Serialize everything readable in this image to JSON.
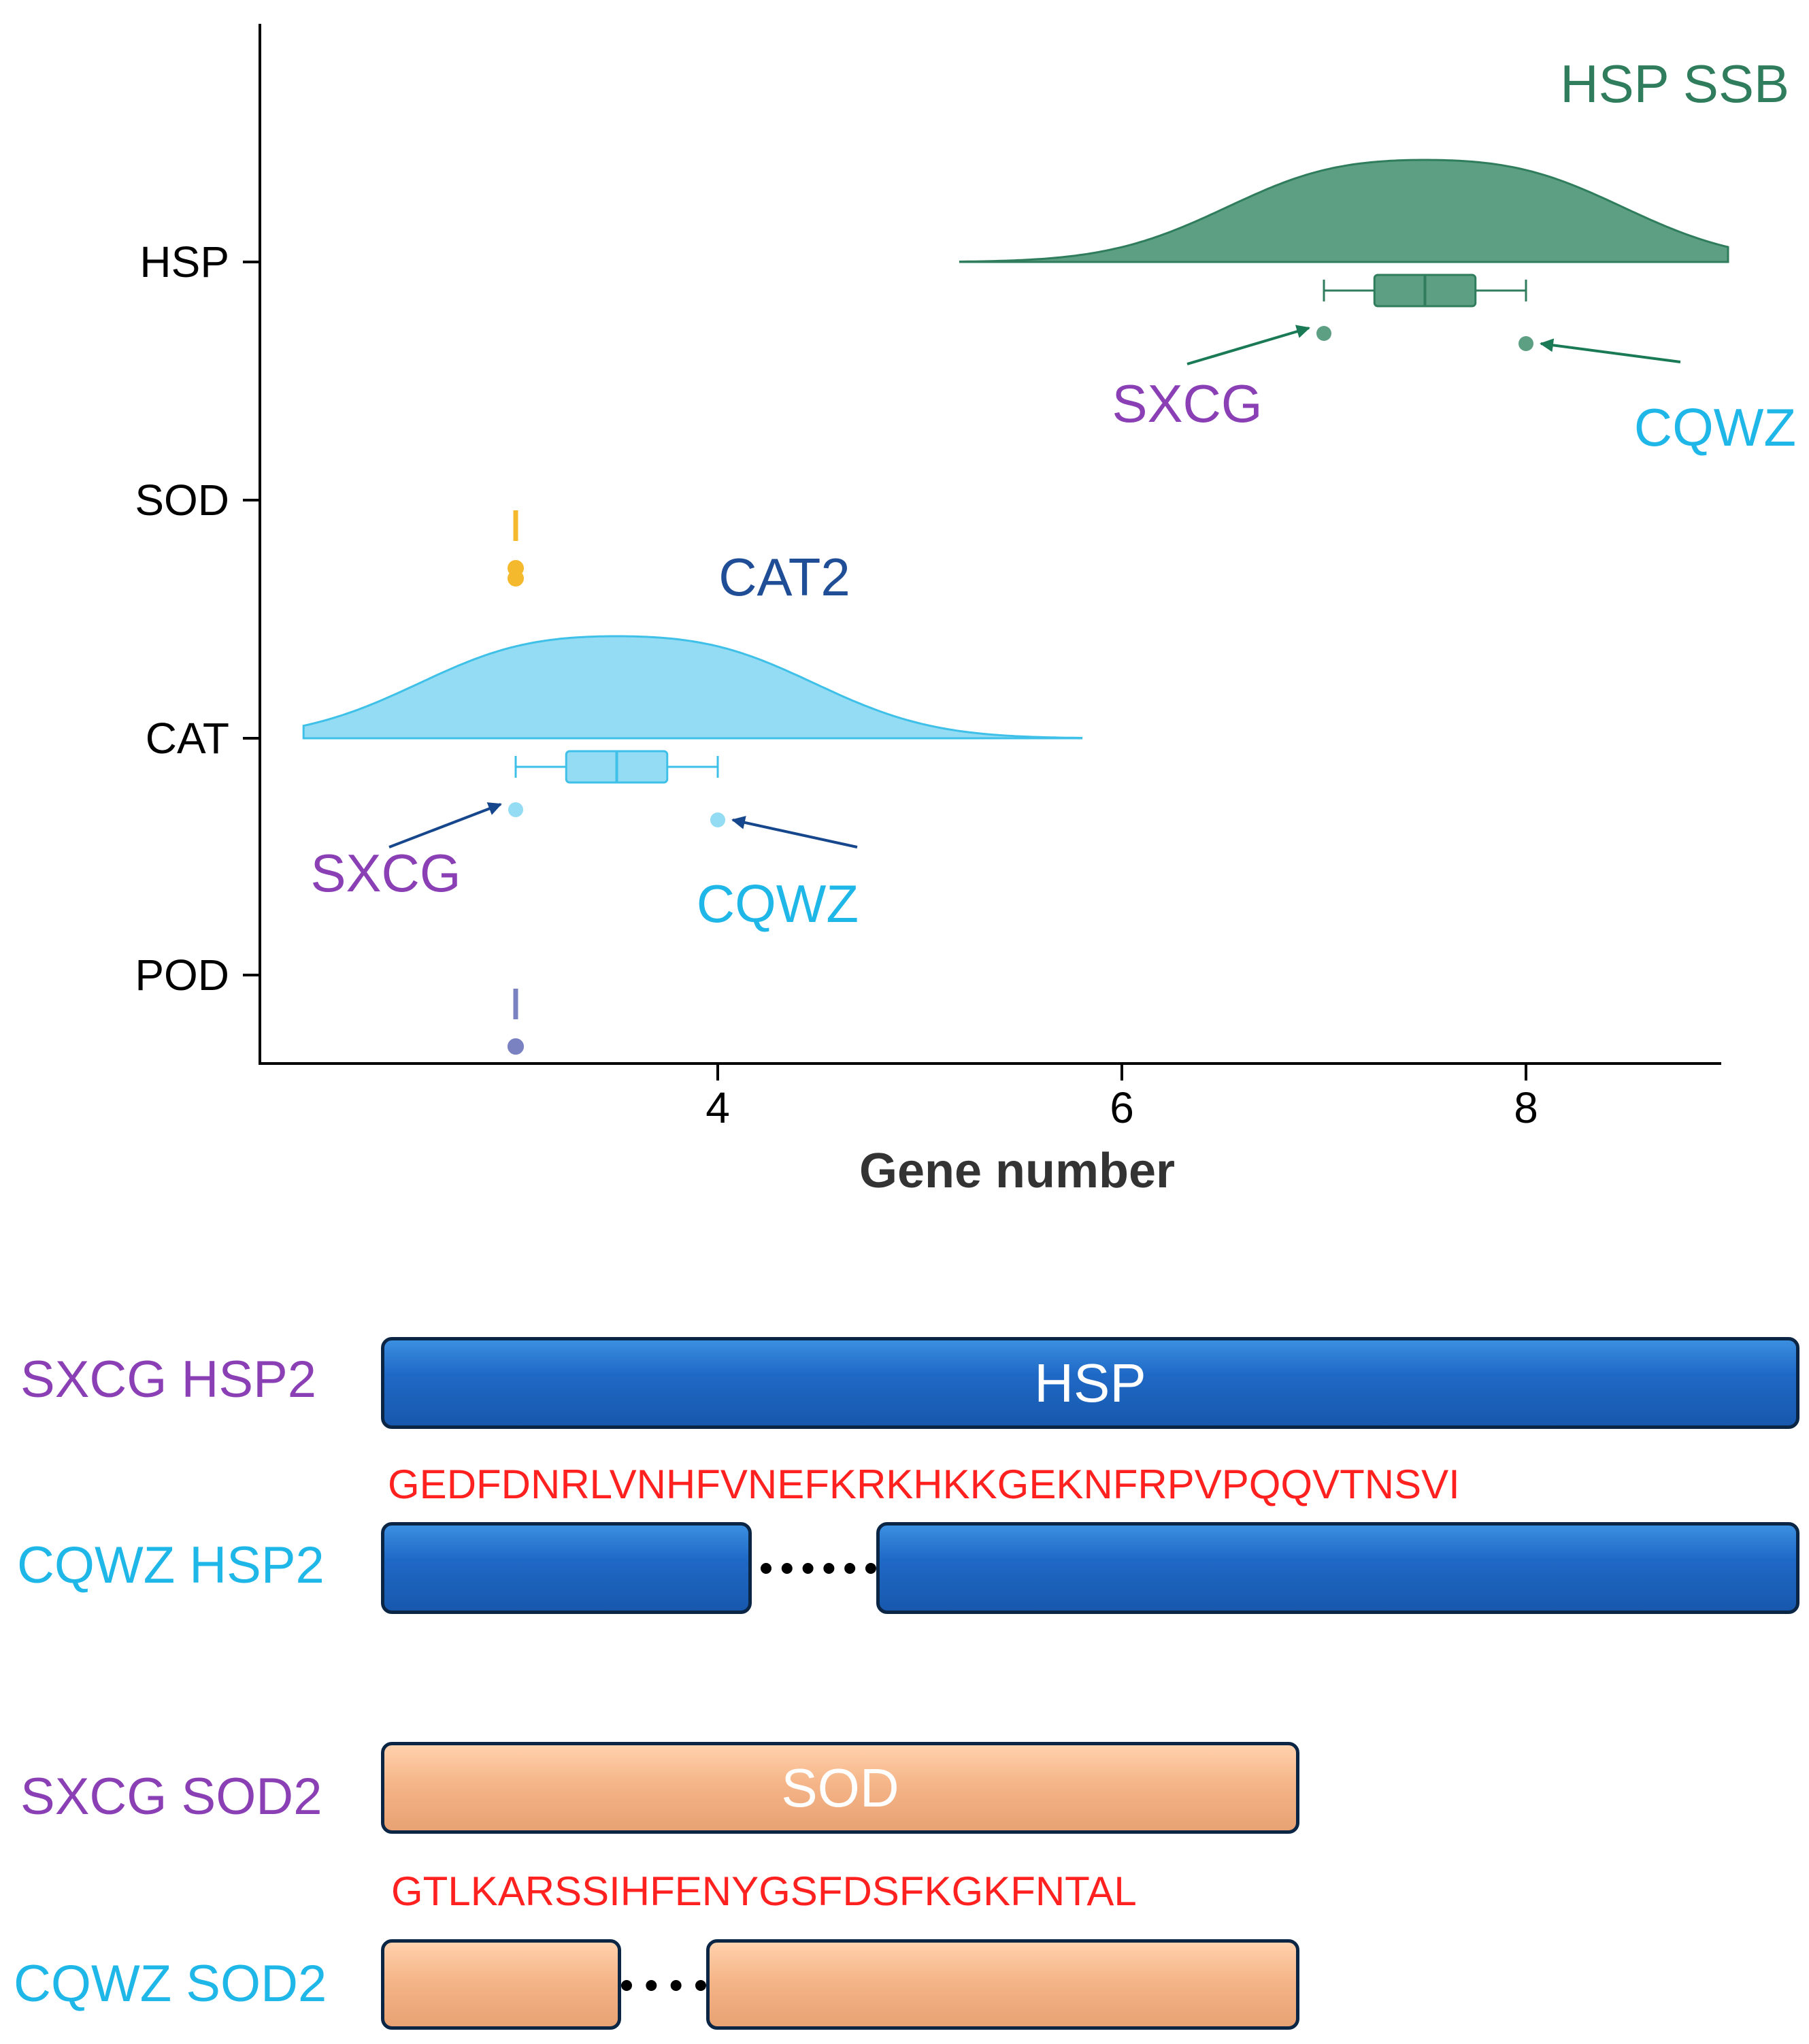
{
  "chart_data": {
    "type": "raincloud",
    "xlabel": "Gene number",
    "ylabel": "",
    "xlim": [
      1.7,
      9
    ],
    "x_ticks": [
      4,
      6,
      8
    ],
    "categories": [
      "HSP",
      "SOD",
      "CAT",
      "POD"
    ],
    "series": [
      {
        "name": "HSP",
        "color": "#2f7d5c",
        "fill": "#5c9f82",
        "points": [
          7,
          8
        ],
        "box": {
          "min": 7,
          "q1": 7.25,
          "median": 7.5,
          "q3": 7.75,
          "max": 8
        },
        "density_range": [
          5.2,
          9.0
        ],
        "density_peaks": [
          7,
          8
        ],
        "label": "HSP SSB",
        "label_color": "#2f7d5c",
        "arrow_color": "#1a7a55"
      },
      {
        "name": "SOD",
        "color": "#f5b92e",
        "points": [
          3,
          3
        ],
        "box": {
          "min": 3,
          "q1": 3,
          "median": 3,
          "q3": 3,
          "max": 3
        }
      },
      {
        "name": "CAT",
        "color": "#3fc0e8",
        "fill": "#93dcf3",
        "points": [
          3,
          4
        ],
        "box": {
          "min": 3,
          "q1": 3.25,
          "median": 3.5,
          "q3": 3.75,
          "max": 4
        },
        "density_range": [
          1.95,
          5.8
        ],
        "density_peaks": [
          3,
          4
        ],
        "label": "CAT2",
        "label_color": "#1f4e96",
        "arrow_color": "#16468c"
      },
      {
        "name": "POD",
        "color": "#7b82c2",
        "points": [
          3,
          3
        ],
        "box": {
          "min": 3,
          "q1": 3,
          "median": 3,
          "q3": 3,
          "max": 3
        }
      }
    ],
    "annotations": [
      {
        "text": "SXCG",
        "color": "#8a3fb5",
        "category": "HSP",
        "x": 7
      },
      {
        "text": "CQWZ",
        "color": "#1eb7e8",
        "category": "HSP",
        "x": 8
      },
      {
        "text": "SXCG",
        "color": "#8a3fb5",
        "category": "CAT",
        "x": 3
      },
      {
        "text": "CQWZ",
        "color": "#1eb7e8",
        "category": "CAT",
        "x": 4
      }
    ]
  },
  "domains": {
    "rows": [
      {
        "label": "SXCG HSP2",
        "label_color": "#8a3fb5",
        "domain": "HSP"
      },
      {
        "label": "CQWZ HSP2",
        "label_color": "#1eb7e8",
        "domain": ""
      },
      {
        "label": "SXCG SOD2",
        "label_color": "#8a3fb5",
        "domain": "SOD"
      },
      {
        "label": "CQWZ SOD2",
        "label_color": "#1eb7e8",
        "domain": ""
      }
    ],
    "deletions": {
      "hsp": "GEDFDNRLVNHFVNEFKRKHKKGEKNFRPVPQQVTNSVI",
      "sod": "GTLKARSSIHFENYGSFDSFKGKFNTAL"
    }
  }
}
